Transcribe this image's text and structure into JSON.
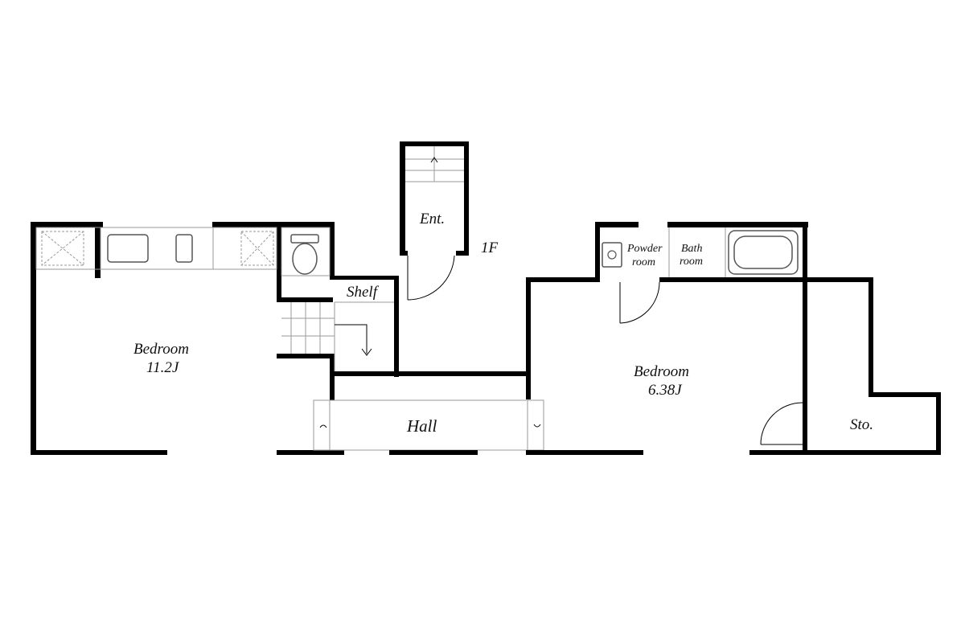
{
  "floor": "1F",
  "rooms": {
    "entrance": "Ent.",
    "shelf": "Shelf",
    "hall": "Hall",
    "bedroom_left": {
      "name": "Bedroom",
      "size": "11.2J"
    },
    "bedroom_right": {
      "name": "Bedroom",
      "size": "6.38J"
    },
    "powder_room": {
      "line1": "Powder",
      "line2": "room"
    },
    "bath_room": {
      "line1": "Bath",
      "line2": "room"
    },
    "storage": "Sto."
  },
  "colors": {
    "wall": "#000000",
    "background": "#ffffff"
  }
}
